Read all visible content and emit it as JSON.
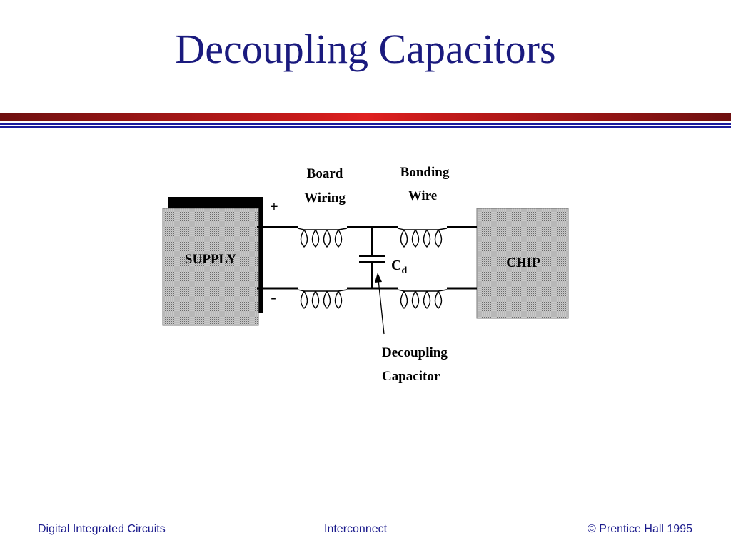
{
  "title": "Decoupling Capacitors",
  "diagram": {
    "supply_label": "SUPPLY",
    "chip_label": "CHIP",
    "plus": "+",
    "minus": "-",
    "board_wiring": [
      "Board",
      "Wiring"
    ],
    "bonding_wire": [
      "Bonding",
      "Wire"
    ],
    "cap_symbol": "C",
    "cap_subscript": "d",
    "decoupling_capacitor": [
      "Decoupling",
      "Capacitor"
    ]
  },
  "footer": {
    "left": "Digital Integrated Circuits",
    "center": "Interconnect",
    "right": "© Prentice Hall 1995"
  },
  "colors": {
    "title": "#1a1a7e",
    "footer": "#1a1a8c",
    "rule_red": "#c41a1a",
    "rule_blue": "#1a1a9c"
  }
}
